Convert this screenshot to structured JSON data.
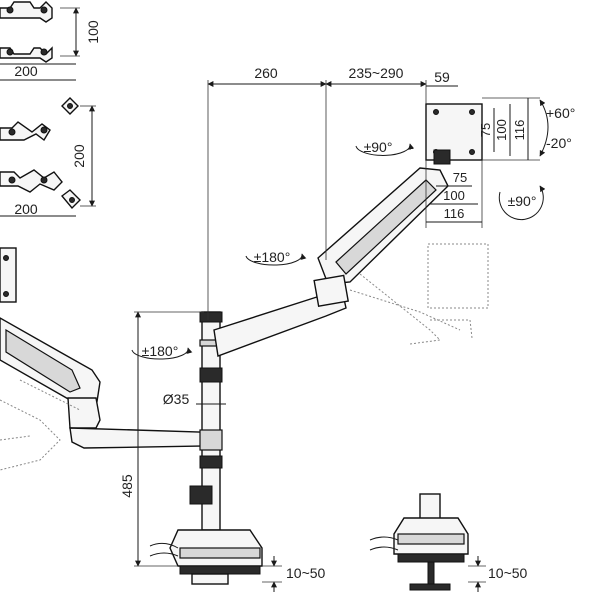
{
  "diagram": {
    "vesa_top": {
      "height_label": "100",
      "width_label": "200"
    },
    "vesa_mid": {
      "height_label": "200",
      "width_label": "200"
    },
    "arm": {
      "dim_260": "260",
      "dim_235_290": "235~290",
      "dim_59": "59",
      "plate_75": "75",
      "plate_100": "100",
      "plate_116": "116",
      "plate_h_75": "75",
      "plate_h_100": "100",
      "plate_h_116": "116",
      "tilt_up": "+60°",
      "tilt_down": "-20°",
      "swivel_top": "±90°",
      "rotate_right": "±90°",
      "swing_upper": "±180°",
      "swing_lower": "±180°",
      "pole_diameter": "Ø35",
      "pole_height": "485",
      "clamp_left": "10~50",
      "clamp_right": "10~50"
    }
  }
}
